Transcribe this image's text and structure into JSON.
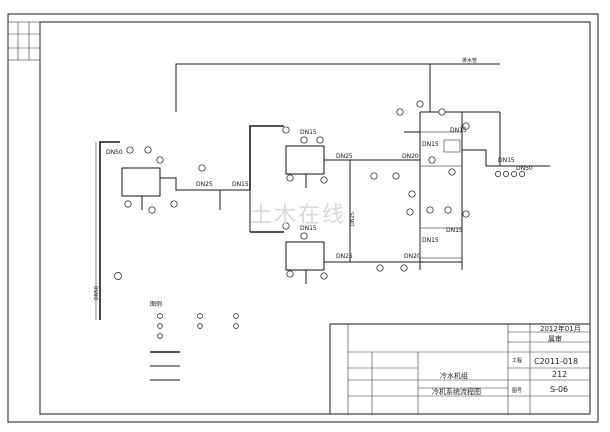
{
  "left_strip": {
    "cells": [
      "",
      "",
      ""
    ]
  },
  "labels": {
    "top_right_line": "排水管",
    "dn50_left": "DN50",
    "dn50_vertical": "DN50",
    "dn25_a": "DN25",
    "dn15_a": "DN15",
    "dn15_upper_tank": "DN15",
    "dn25_upper": "DN25",
    "dn20_upper": "DN20",
    "dn15_top_right": "DN15",
    "dn15_top_right2": "DN15",
    "dn15_far_right": "DN15",
    "dn50_far_right": "DN50",
    "dn15_lower_tank": "DN15",
    "dn25_lower": "DN25",
    "dn20_lower": "DN20",
    "dn15_lower_right": "DN15",
    "dn15_lower_right2": "DN15",
    "dn25_mid_vertical": "DN25",
    "tank_left": "",
    "tank_mid_upper": "",
    "tank_mid_lower": "",
    "left_vertical_label": "",
    "far_right_label": "",
    "mid_label": ""
  },
  "legend": {
    "title": "图例",
    "rows": [
      {
        "left": "",
        "mid": "",
        "right": ""
      },
      {
        "left": "",
        "mid": "",
        "right": ""
      },
      {
        "left": "",
        "mid": "",
        "right": ""
      },
      {
        "left": "",
        "mid": "",
        "right": ""
      }
    ]
  },
  "title_block": {
    "date": "2012年01月",
    "reviewer": "属审",
    "project_code": "C2011-018",
    "number": "212",
    "sheet": "S-06",
    "drawing_name_line1": "冷水机组",
    "drawing_name_line2": "冷机系统流程图",
    "label_date": "",
    "label_stage": "",
    "label_project": "工程",
    "label_no": "",
    "label_sheet": "图号"
  },
  "watermark": "土木在线"
}
